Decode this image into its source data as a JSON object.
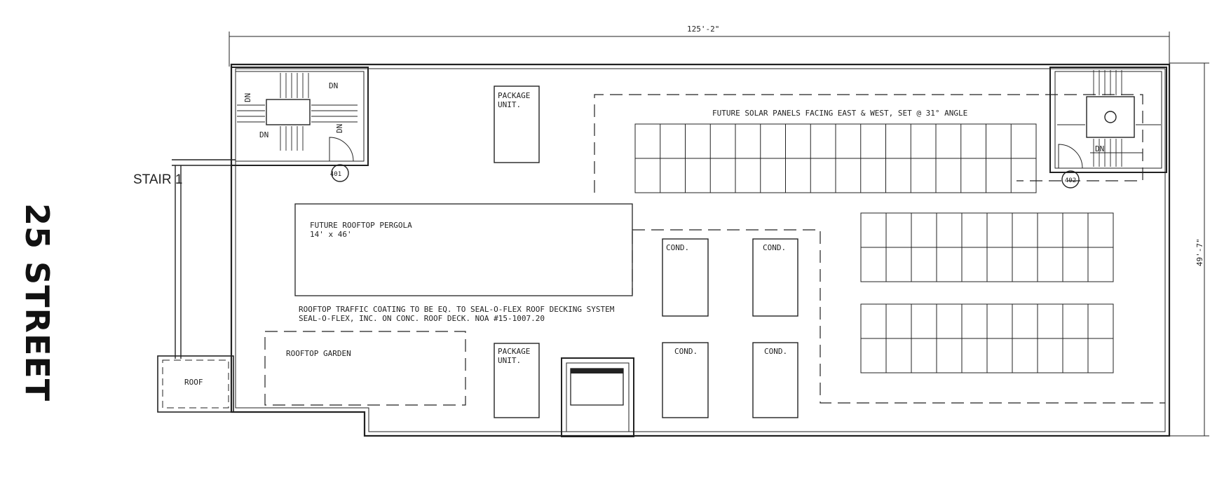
{
  "street_label": "25 STREET",
  "dimensions": {
    "width": "125'-2\"",
    "depth": "49'-7\""
  },
  "stair_label": "STAIR 1",
  "door_tags": [
    "401",
    "402"
  ],
  "stair_marks": [
    "DN",
    "DN",
    "DN",
    "DN",
    "DN"
  ],
  "package_units": [
    "PACKAGE\nUNIT.",
    "PACKAGE\nUNIT."
  ],
  "solar_note": "FUTURE SOLAR PANELS FACING EAST & WEST, SET @ 31° ANGLE",
  "pergola": {
    "title": "FUTURE ROOFTOP PERGOLA",
    "size": "14' x 46'"
  },
  "condensers": [
    "COND.",
    "COND.",
    "COND.",
    "COND."
  ],
  "coating_note": {
    "line1": "ROOFTOP TRAFFIC COATING TO BE EQ. TO SEAL-O-FLEX ROOF DECKING SYSTEM",
    "line2": "SEAL-O-FLEX, INC. ON CONC. ROOF DECK. NOA #15-1007.20"
  },
  "garden_label": "ROOFTOP GARDEN",
  "roof_label": "ROOF",
  "colors": {
    "ink": "#222222",
    "paper": "#ffffff"
  }
}
